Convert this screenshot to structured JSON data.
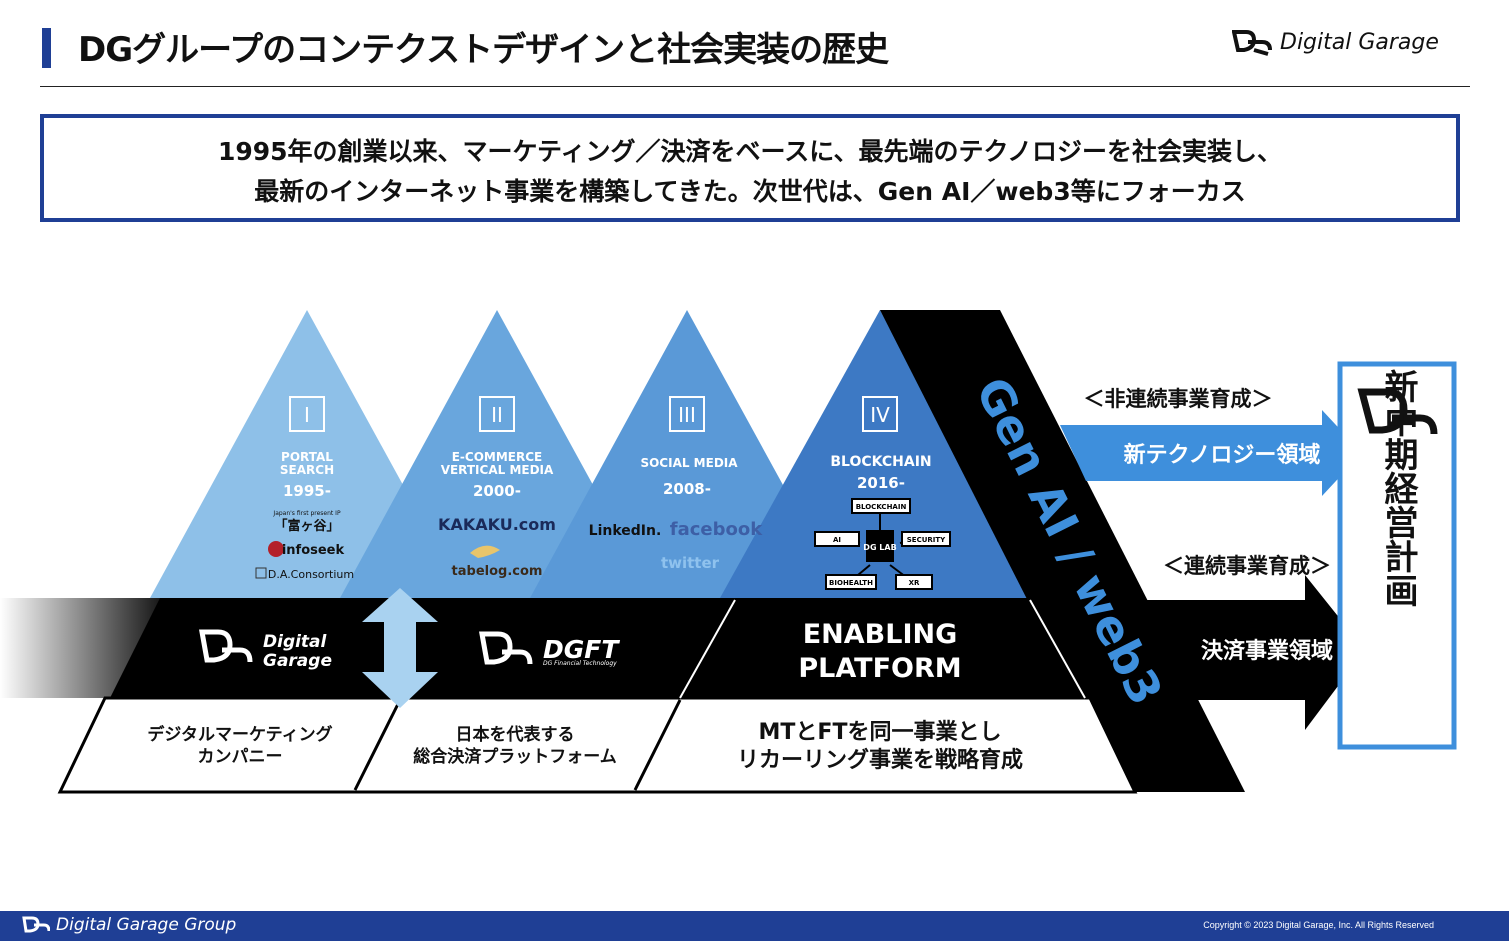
{
  "header": {
    "title": "DGグループのコンテクストデザインと社会実装の歴史",
    "brand": "Digital Garage"
  },
  "summary": {
    "line1": "1995年の創業以来、マーケティング／決済をベースに、最先端のテクノロジーを社会実装し、",
    "line2": "最新のインターネット事業を構築してきた。次世代は、Gen AI／web3等にフォーカス"
  },
  "eras": [
    {
      "numeral": "I",
      "name_line1": "PORTAL",
      "name_line2": "SEARCH",
      "year": "1995-",
      "services": [
        "Japan's first present IP",
        "「富ヶ谷」",
        "infoseek",
        "D.A.Consortium"
      ]
    },
    {
      "numeral": "II",
      "name_line1": "E-COMMERCE",
      "name_line2": "VERTICAL MEDIA",
      "year": "2000-",
      "services": [
        "KAKAKU.com",
        "tabelog.com"
      ]
    },
    {
      "numeral": "III",
      "name_line1": "SOCIAL MEDIA",
      "year": "2008-",
      "services": [
        "LinkedIn.",
        "facebook",
        "twitter"
      ]
    },
    {
      "numeral": "IV",
      "name_line1": "BLOCKCHAIN",
      "year": "2016-",
      "lab_label": "DG LAB",
      "lab_tags": [
        "BLOCKCHAIN",
        "AI",
        "SECURITY",
        "BIOHEALTH",
        "XR"
      ]
    }
  ],
  "black_band": {
    "dg_line1": "Digital",
    "dg_line2": "Garage",
    "dgft": "DGFT",
    "dgft_sub": "DG Financial Technology",
    "platform_line1": "ENABLING",
    "platform_line2": "PLATFORM"
  },
  "bottom_band": {
    "cell1_line1": "デジタルマーケティング",
    "cell1_line2": "カンパニー",
    "cell2_line1": "日本を代表する",
    "cell2_line2": "総合決済プラットフォーム",
    "cell3_line1": "MTとFTを同一事業とし",
    "cell3_line2": "リカーリング事業を戦略育成"
  },
  "diagonal_label": "Gen AI / web3",
  "arrows": {
    "upper_heading": "＜非連続事業育成＞",
    "upper_label": "新テクノロジー領域",
    "lower_heading": "＜連続事業育成＞",
    "lower_label": "決済事業領域"
  },
  "plan_box": {
    "label": "新中期経営計画"
  },
  "footer": {
    "brand": "Digital Garage Group",
    "copyright": "Copyright © 2023 Digital Garage, Inc. All Rights Reserved"
  },
  "colors": {
    "brand_blue": "#1f3f95",
    "tri1": "#8ec0e8",
    "tri2": "#69a6dd",
    "tri3": "#5a99d7",
    "tri4": "#3d79c4",
    "arrow_blue": "#3e8fdc",
    "band": "#000000"
  }
}
